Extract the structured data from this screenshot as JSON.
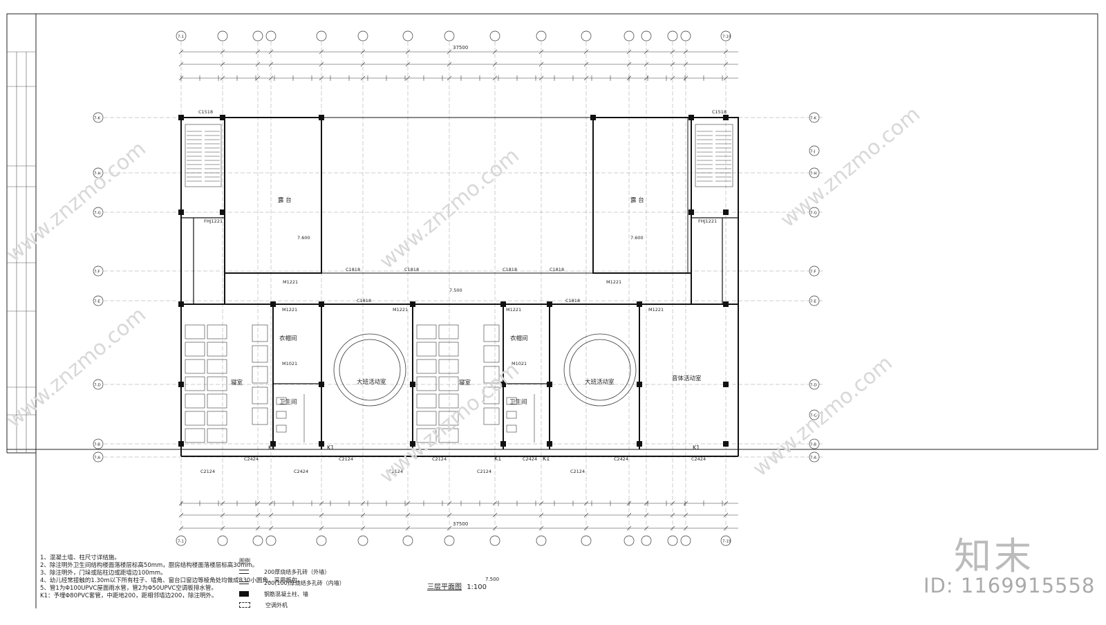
{
  "plan": {
    "title": "三层平面图",
    "scale": "1:100",
    "level": "7.500",
    "total_dim": "37500"
  },
  "axes": {
    "top_left": "7-1",
    "top_right": "7-19",
    "left_rows": [
      "7-K",
      "7-H",
      "7-G",
      "7-F",
      "7-E",
      "7-D",
      "7-B",
      "7-A"
    ],
    "right_rows": [
      "7-K",
      "7-J",
      "7-H",
      "7-G",
      "7-F",
      "7-E",
      "7-D",
      "7-C",
      "7-B",
      "7-A"
    ]
  },
  "rooms": {
    "terrace_left": "露 台",
    "terrace_right": "露 台",
    "cloak_1": "衣帽间",
    "cloak_2": "衣帽间",
    "bedroom_1": "寝室",
    "bedroom_2": "寝室",
    "activity_1": "大班活动室",
    "activity_2": "大班活动室",
    "toilet_1": "卫生间",
    "toilet_2": "卫生间",
    "music": "音体活动室"
  },
  "tags": {
    "fhj": "FHJ1221",
    "c1518": "C1518",
    "c1818": "C1818",
    "m1221": "M1221",
    "m1021": "M1021",
    "c2124": "C2124",
    "c2424": "C2424",
    "k1": "K1",
    "elev_terrace": "7.600",
    "elev_floor": "7.500"
  },
  "notes": [
    "1、混凝土墙、柱尺寸详结施。",
    "2、除注明外卫生间结构楼面落楼层标高50mm，厨房结构楼面落楼层标高30mm。",
    "3、除注明外，门垛或贴柱边或距墙边100mm。",
    "4、幼儿经常接触的1.30m以下所有柱子、墙角、窗台口窗边等棱角处均做成R30小圆角，采用板包。",
    "5、管1为Φ100UPVC屋面雨水管，管2为Φ50UPVC空调板排水管。",
    "   K1：予埋Φ80PVC套管，中距地200，距相邻墙边200，除注明外。"
  ],
  "legend": {
    "title": "图例",
    "items": [
      "200厚烧结多孔砖（外墙）",
      "200(100)厚烧结多孔砖（内墙）",
      "钢筋混凝土柱、墙",
      "空调外机"
    ]
  },
  "watermark": {
    "brand": "知末",
    "id_label": "ID: 1169915558",
    "site": "www.znzmo.com"
  }
}
